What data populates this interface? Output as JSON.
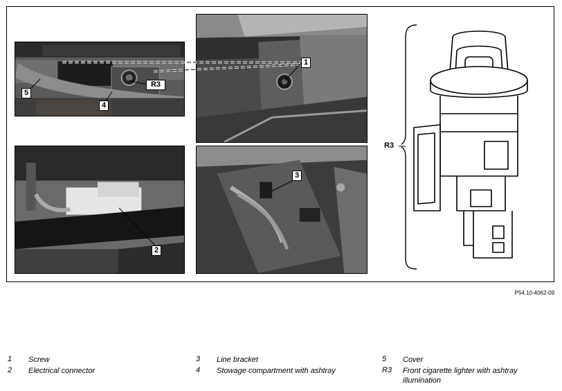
{
  "figure": {
    "callouts": {
      "c1": "1",
      "c2": "2",
      "c3": "3",
      "c4": "4",
      "c5": "5",
      "r3_photo": "R3",
      "r3_drawing": "R3"
    },
    "reference_code": "P54.10-4062-09"
  },
  "legend": [
    {
      "num": "1",
      "text": "Screw"
    },
    {
      "num": "2",
      "text": "Electrical connector"
    },
    {
      "num": "3",
      "text": "Line bracket"
    },
    {
      "num": "4",
      "text": "Stowage compartment with ashtray"
    },
    {
      "num": "5",
      "text": "Cover"
    },
    {
      "num": "R3",
      "text": "Front cigarette lighter with ashtray illumination"
    }
  ]
}
